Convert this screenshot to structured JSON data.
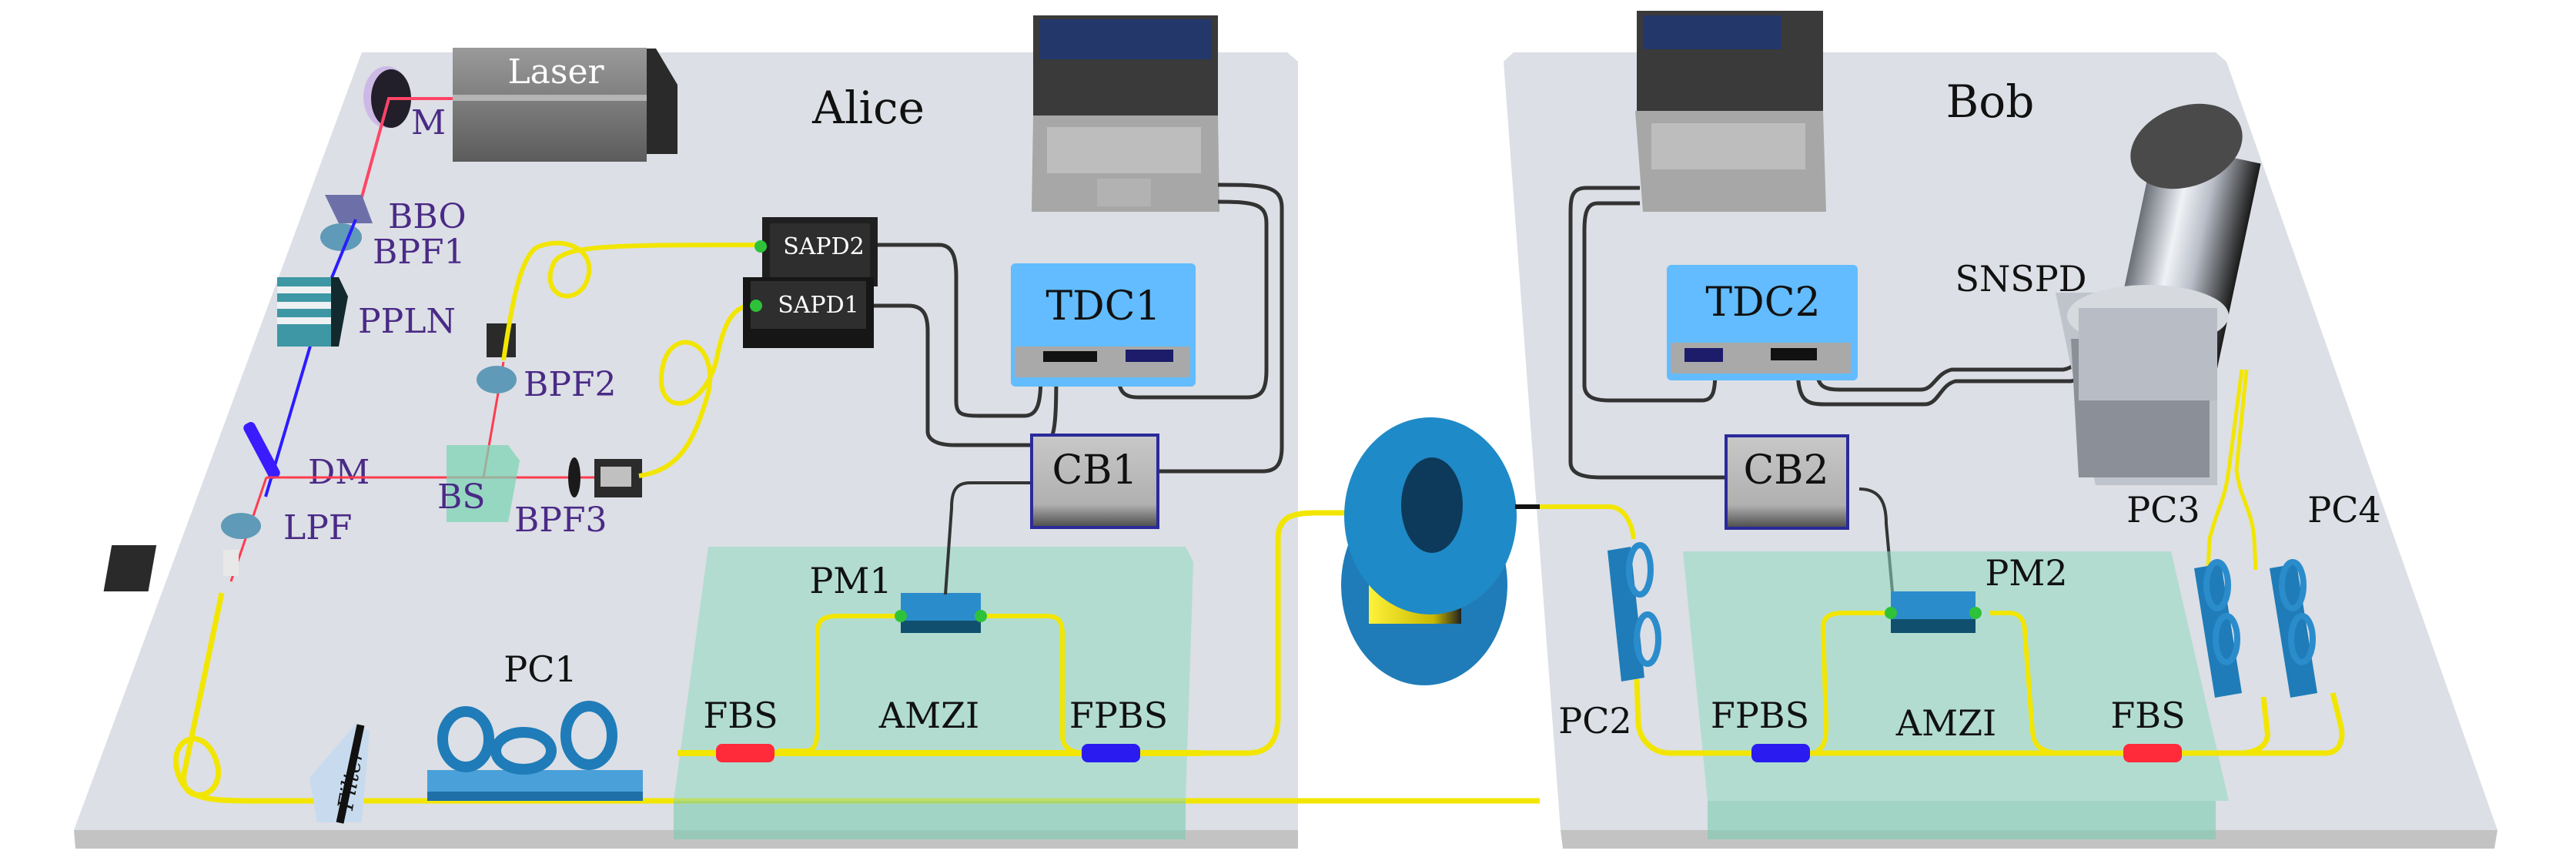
{
  "diagram": {
    "title": "QKD experimental setup: Alice and Bob",
    "parties": {
      "alice": {
        "label": "Alice"
      },
      "bob": {
        "label": "Bob"
      }
    },
    "alice_free_space_components": [
      {
        "id": "laser",
        "label": "Laser"
      },
      {
        "id": "m",
        "label": "M"
      },
      {
        "id": "bbo",
        "label": "BBO"
      },
      {
        "id": "bpf1",
        "label": "BPF1"
      },
      {
        "id": "ppln",
        "label": "PPLN"
      },
      {
        "id": "bpf2",
        "label": "BPF2"
      },
      {
        "id": "dm",
        "label": "DM"
      },
      {
        "id": "bs",
        "label": "BS"
      },
      {
        "id": "bpf3",
        "label": "BPF3"
      },
      {
        "id": "lpf",
        "label": "LPF"
      }
    ],
    "alice_fiber_components": [
      {
        "id": "filter",
        "label": "Filter"
      },
      {
        "id": "pc1",
        "label": "PC1"
      },
      {
        "id": "fbs_a",
        "label": "FBS"
      },
      {
        "id": "amzi_a",
        "label": "AMZI"
      },
      {
        "id": "fpbs_a",
        "label": "FPBS"
      },
      {
        "id": "pm1",
        "label": "PM1"
      }
    ],
    "alice_electronics": [
      {
        "id": "sapd2",
        "label": "SAPD2"
      },
      {
        "id": "sapd1",
        "label": "SAPD1"
      },
      {
        "id": "tdc1",
        "label": "TDC1"
      },
      {
        "id": "cb1",
        "label": "CB1"
      }
    ],
    "bob_components": [
      {
        "id": "snspd",
        "label": "SNSPD"
      },
      {
        "id": "tdc2",
        "label": "TDC2"
      },
      {
        "id": "cb2",
        "label": "CB2"
      },
      {
        "id": "pc2",
        "label": "PC2"
      },
      {
        "id": "pc3",
        "label": "PC3"
      },
      {
        "id": "pc4",
        "label": "PC4"
      },
      {
        "id": "fpbs_b",
        "label": "FPBS"
      },
      {
        "id": "amzi_b",
        "label": "AMZI"
      },
      {
        "id": "fbs_b",
        "label": "FBS"
      },
      {
        "id": "pm2",
        "label": "PM2"
      }
    ],
    "colors": {
      "table_top": "#dcdfe5",
      "table_edge": "#c4c4c4",
      "pump_beam": "#ff4466",
      "blue_beam": "#2b1cff",
      "fiber": "#f2e600",
      "label_purple": "#4a2a86",
      "tdc_blue": "#62bcff",
      "component_blue": "#1f8ac8",
      "fbs_red": "#ff2a3a",
      "fpbs_blue": "#2a1cf0",
      "amzi_box": "#8fd9bf"
    }
  }
}
